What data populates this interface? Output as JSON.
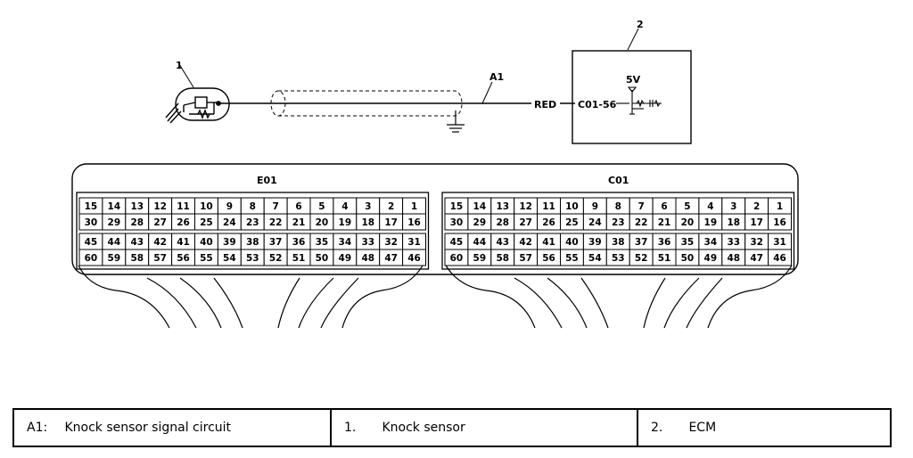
{
  "schematic": {
    "callout_sensor": "1",
    "callout_ecm": "2",
    "circuit_label": "A1",
    "wire_color": "RED",
    "terminal": "C01-56",
    "voltage": "5V"
  },
  "connectors": [
    {
      "name": "E01",
      "rows": [
        [
          "15",
          "14",
          "13",
          "12",
          "11",
          "10",
          "9",
          "8",
          "7",
          "6",
          "5",
          "4",
          "3",
          "2",
          "1"
        ],
        [
          "30",
          "29",
          "28",
          "27",
          "26",
          "25",
          "24",
          "23",
          "22",
          "21",
          "20",
          "19",
          "18",
          "17",
          "16"
        ],
        [
          "45",
          "44",
          "43",
          "42",
          "41",
          "40",
          "39",
          "38",
          "37",
          "36",
          "35",
          "34",
          "33",
          "32",
          "31"
        ],
        [
          "60",
          "59",
          "58",
          "57",
          "56",
          "55",
          "54",
          "53",
          "52",
          "51",
          "50",
          "49",
          "48",
          "47",
          "46"
        ]
      ]
    },
    {
      "name": "C01",
      "rows": [
        [
          "15",
          "14",
          "13",
          "12",
          "11",
          "10",
          "9",
          "8",
          "7",
          "6",
          "5",
          "4",
          "3",
          "2",
          "1"
        ],
        [
          "30",
          "29",
          "28",
          "27",
          "26",
          "25",
          "24",
          "23",
          "22",
          "21",
          "20",
          "19",
          "18",
          "17",
          "16"
        ],
        [
          "45",
          "44",
          "43",
          "42",
          "41",
          "40",
          "39",
          "38",
          "37",
          "36",
          "35",
          "34",
          "33",
          "32",
          "31"
        ],
        [
          "60",
          "59",
          "58",
          "57",
          "56",
          "55",
          "54",
          "53",
          "52",
          "51",
          "50",
          "49",
          "48",
          "47",
          "46"
        ]
      ]
    }
  ],
  "legend": [
    {
      "key": "A1:",
      "text": "Knock sensor signal circuit"
    },
    {
      "key": "1.",
      "text": "Knock sensor"
    },
    {
      "key": "2.",
      "text": "ECM"
    }
  ]
}
